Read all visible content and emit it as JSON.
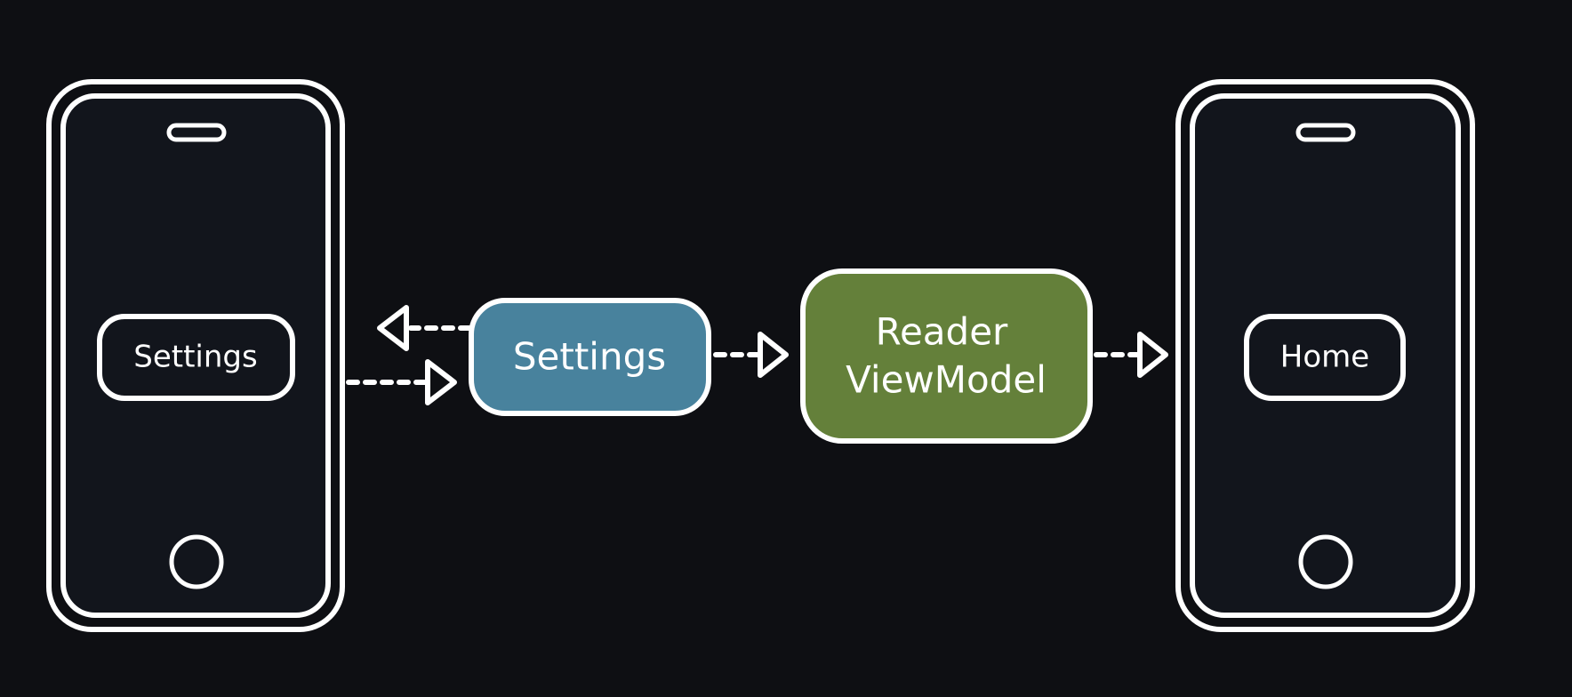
{
  "diagram": {
    "left_phone": {
      "button_label": "Settings"
    },
    "settings_node": {
      "label": "Settings",
      "color": "#48829d"
    },
    "viewmodel_node": {
      "line1": "Reader",
      "line2": "ViewModel",
      "color": "#64803a"
    },
    "right_phone": {
      "button_label": "Home"
    }
  },
  "colors": {
    "background": "#0e0f13",
    "phone_screen": "#12151c",
    "stroke": "#ffffff"
  }
}
